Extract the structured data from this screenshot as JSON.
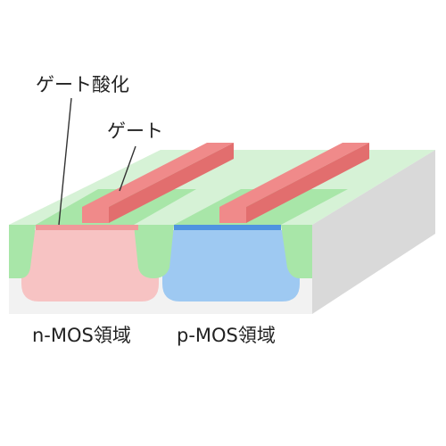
{
  "labels": {
    "gate_oxide": "ゲート酸化",
    "gate": "ゲート",
    "nmos_region": "n-MOS領域",
    "pmos_region": "p-MOS領域"
  },
  "colors": {
    "substrate_top": "#f2f2f2",
    "substrate_side": "#d9d9d9",
    "field_oxide": "#a8e6a8",
    "field_oxide_top": "#d6f2d6",
    "n_well": "#f7c3c3",
    "p_well": "#9ec9f2",
    "gate": "#f08a8a",
    "gate_side": "#e26e6e",
    "gate_oxide_n": "#ef9a9a",
    "gate_oxide_p": "#4f94e0",
    "leader": "#333333"
  }
}
